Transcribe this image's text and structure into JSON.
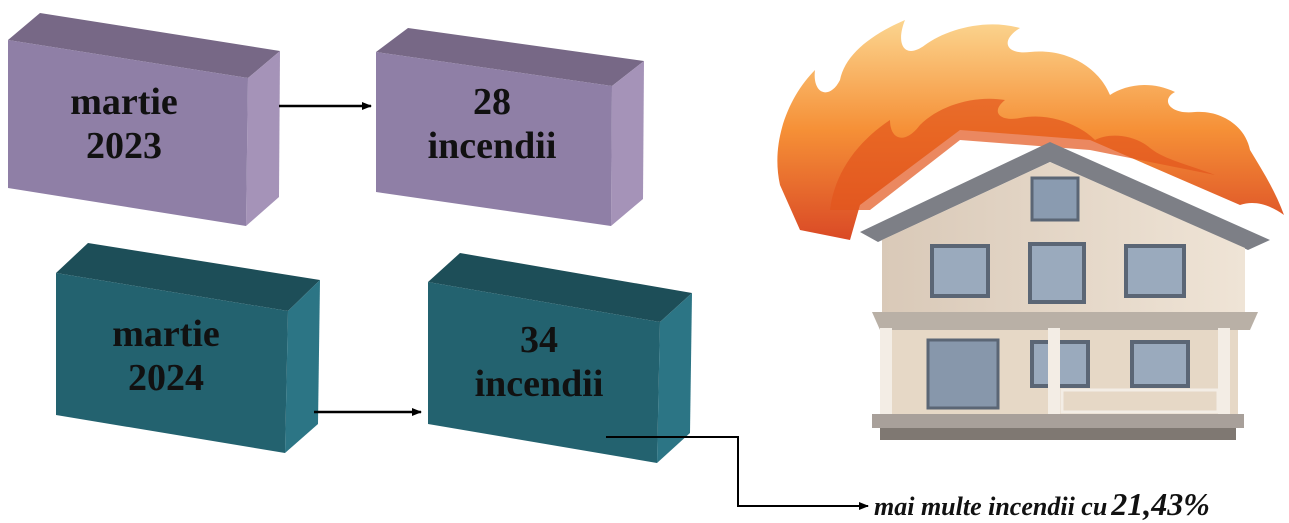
{
  "colors": {
    "purple_front": "#8f7fa6",
    "purple_top": "#776886",
    "purple_side": "#a593b8",
    "teal_front": "#23626f",
    "teal_top": "#1d4e58",
    "teal_side": "#2c7585",
    "arrow": "#000000",
    "flame_outer": "#f7a23a",
    "flame_inner": "#e2551c"
  },
  "diagram": {
    "boxes": [
      {
        "id": "month-2023",
        "line1": "martie",
        "line2": "2023"
      },
      {
        "id": "count-2023",
        "line1": "28",
        "line2": "incendii"
      },
      {
        "id": "month-2024",
        "line1": "martie",
        "line2": "2024"
      },
      {
        "id": "count-2024",
        "line1": "34",
        "line2": "incendii"
      }
    ],
    "edges": [
      {
        "from": "month-2023",
        "to": "count-2023"
      },
      {
        "from": "month-2024",
        "to": "count-2024"
      },
      {
        "from": "count-2024",
        "to": "footnote"
      }
    ]
  },
  "illustration": {
    "icon": "burning-house-icon"
  },
  "footnote": {
    "text": "mai multe incendii cu",
    "percent": "21,43%"
  }
}
